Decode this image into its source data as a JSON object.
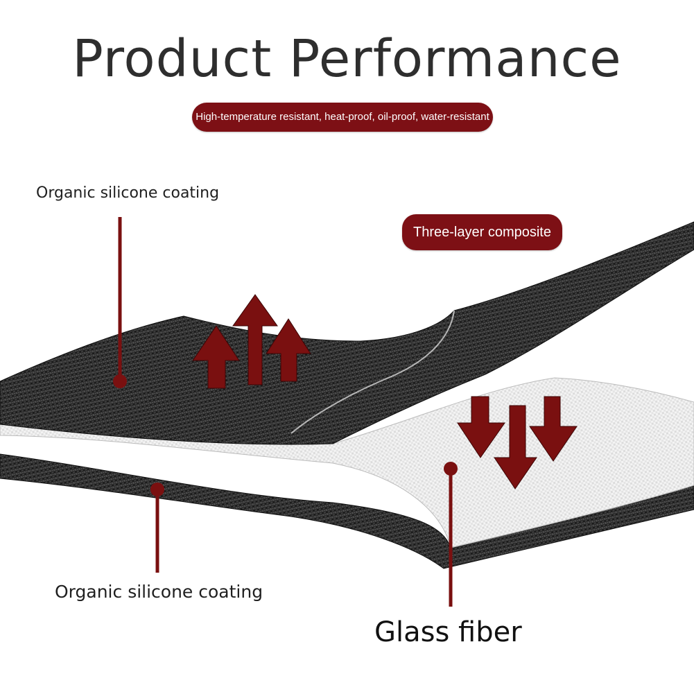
{
  "title": "Product Performance",
  "subtitle": "High-temperature resistant, heat-proof, oil-proof, water-resistant",
  "composite_label": "Three-layer composite",
  "layers": {
    "top_coating_label": "Organic silicone coating",
    "bottom_coating_label": "Organic silicone coating",
    "middle_label": "Glass fiber"
  },
  "colors": {
    "accent": "#7d1015",
    "coating": "#1c1c1c",
    "fiber": "#f2f2f2",
    "text": "#2e2e2e"
  },
  "icons": {
    "up_arrows": "arrow-up-icon",
    "down_arrows": "arrow-down-icon",
    "pointer_dot": "pointer-dot-icon"
  }
}
